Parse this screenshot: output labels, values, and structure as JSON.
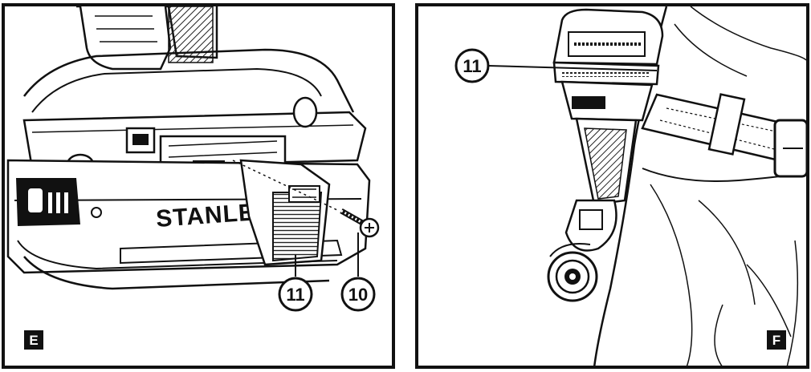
{
  "panels": [
    {
      "letter": "E",
      "brand": "STANLEY",
      "callouts": [
        {
          "label": "11"
        },
        {
          "label": "10"
        }
      ]
    },
    {
      "letter": "F",
      "callouts": [
        {
          "label": "11"
        }
      ]
    }
  ]
}
